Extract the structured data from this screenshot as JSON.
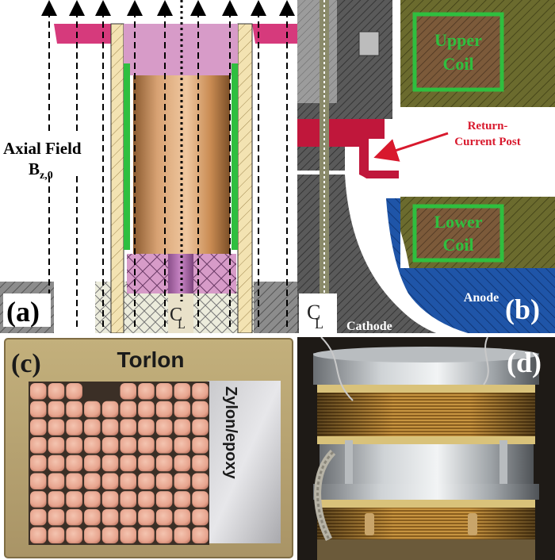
{
  "panel_a": {
    "label": "(a)",
    "axial_field_line1": "Axial Field",
    "axial_field_symbol": "B",
    "axial_field_subscript": "z,0",
    "centerline_C": "C",
    "centerline_L": "L"
  },
  "panel_b": {
    "label": "(b)",
    "upper_coil_line1": "Upper",
    "upper_coil_line2": "Coil",
    "lower_coil_line1": "Lower",
    "lower_coil_line2": "Coil",
    "return_current_line1": "Return-",
    "return_current_line2": "Current Post",
    "anode": "Anode",
    "cathode": "Cathode",
    "centerline_C": "C",
    "centerline_L": "L"
  },
  "panel_c": {
    "label": "(c)",
    "torlon": "Torlon",
    "zylon": "Zylon/epoxy"
  },
  "panel_d": {
    "label": "(d)"
  },
  "colors": {
    "coil_green": "#2fbf3f",
    "return_red": "#d8192d",
    "anode_blue": "#1f55a8",
    "liner_copper": "#c98b52",
    "magenta": "#d63a7c",
    "pink_block": "#d79bc8"
  }
}
